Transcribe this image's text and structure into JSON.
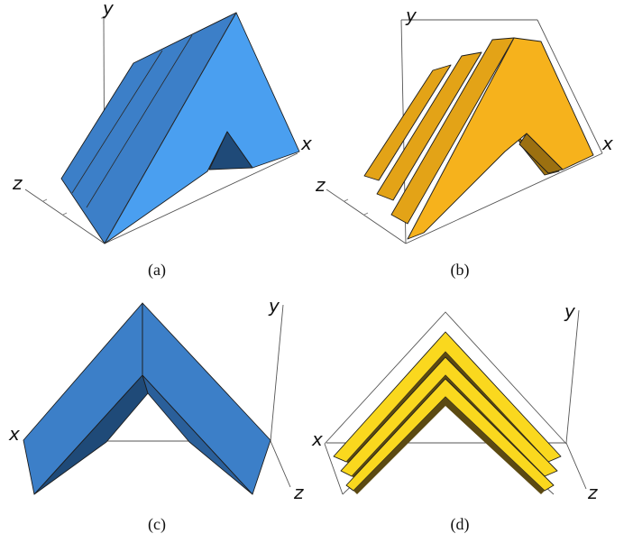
{
  "panels": [
    {
      "caption": "(a)",
      "axes": {
        "x": "x",
        "y": "y",
        "z": "z"
      }
    },
    {
      "caption": "(b)",
      "axes": {
        "x": "x",
        "y": "y",
        "z": "z"
      }
    },
    {
      "caption": "(c)",
      "axes": {
        "x": "x",
        "y": "y",
        "z": "z"
      }
    },
    {
      "caption": "(d)",
      "axes": {
        "x": "x",
        "y": "y",
        "z": "z"
      }
    }
  ],
  "colors": {
    "blue_light": "#4a9ff0",
    "blue_mid": "#3c7fc8",
    "blue_dark": "#2a5f9a",
    "blue_shadow": "#1f4a78",
    "gold_light": "#f6b21c",
    "gold_mid": "#e3a317",
    "gold_dark": "#9c7010",
    "yellow": "#fad81e",
    "yellow_dark": "#5c4a12"
  }
}
